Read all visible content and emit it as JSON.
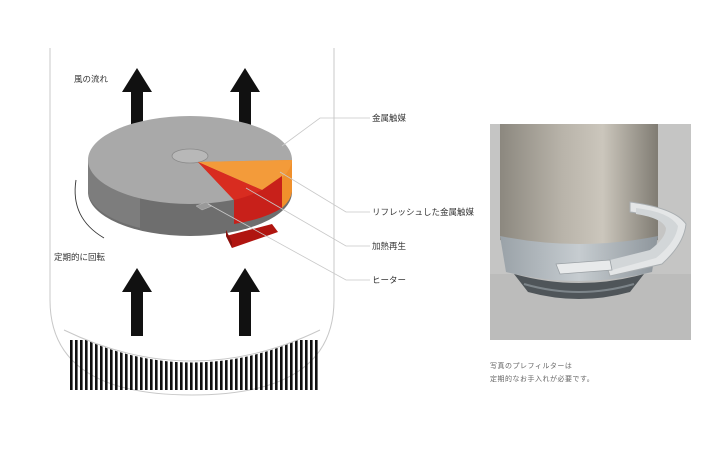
{
  "diagram": {
    "labels": {
      "airflow": "風の流れ",
      "rotation": "定期的に回転",
      "metal_catalyst": "金属触媒",
      "refreshed_catalyst": "リフレッシュした金属触媒",
      "heat_regeneration": "加熱再生",
      "heater": "ヒーター"
    },
    "colors": {
      "disk_top": "#a9a9a9",
      "disk_side": "#6e6e6e",
      "refreshed": "#f0902c",
      "regenerating": "#c8201a",
      "heater": "#b01510",
      "arrow": "#111111",
      "outline": "#c8c8c8"
    }
  },
  "photo": {
    "caption_line1": "写真のプレフィルターは",
    "caption_line2": "定期的なお手入れが必要です。"
  }
}
